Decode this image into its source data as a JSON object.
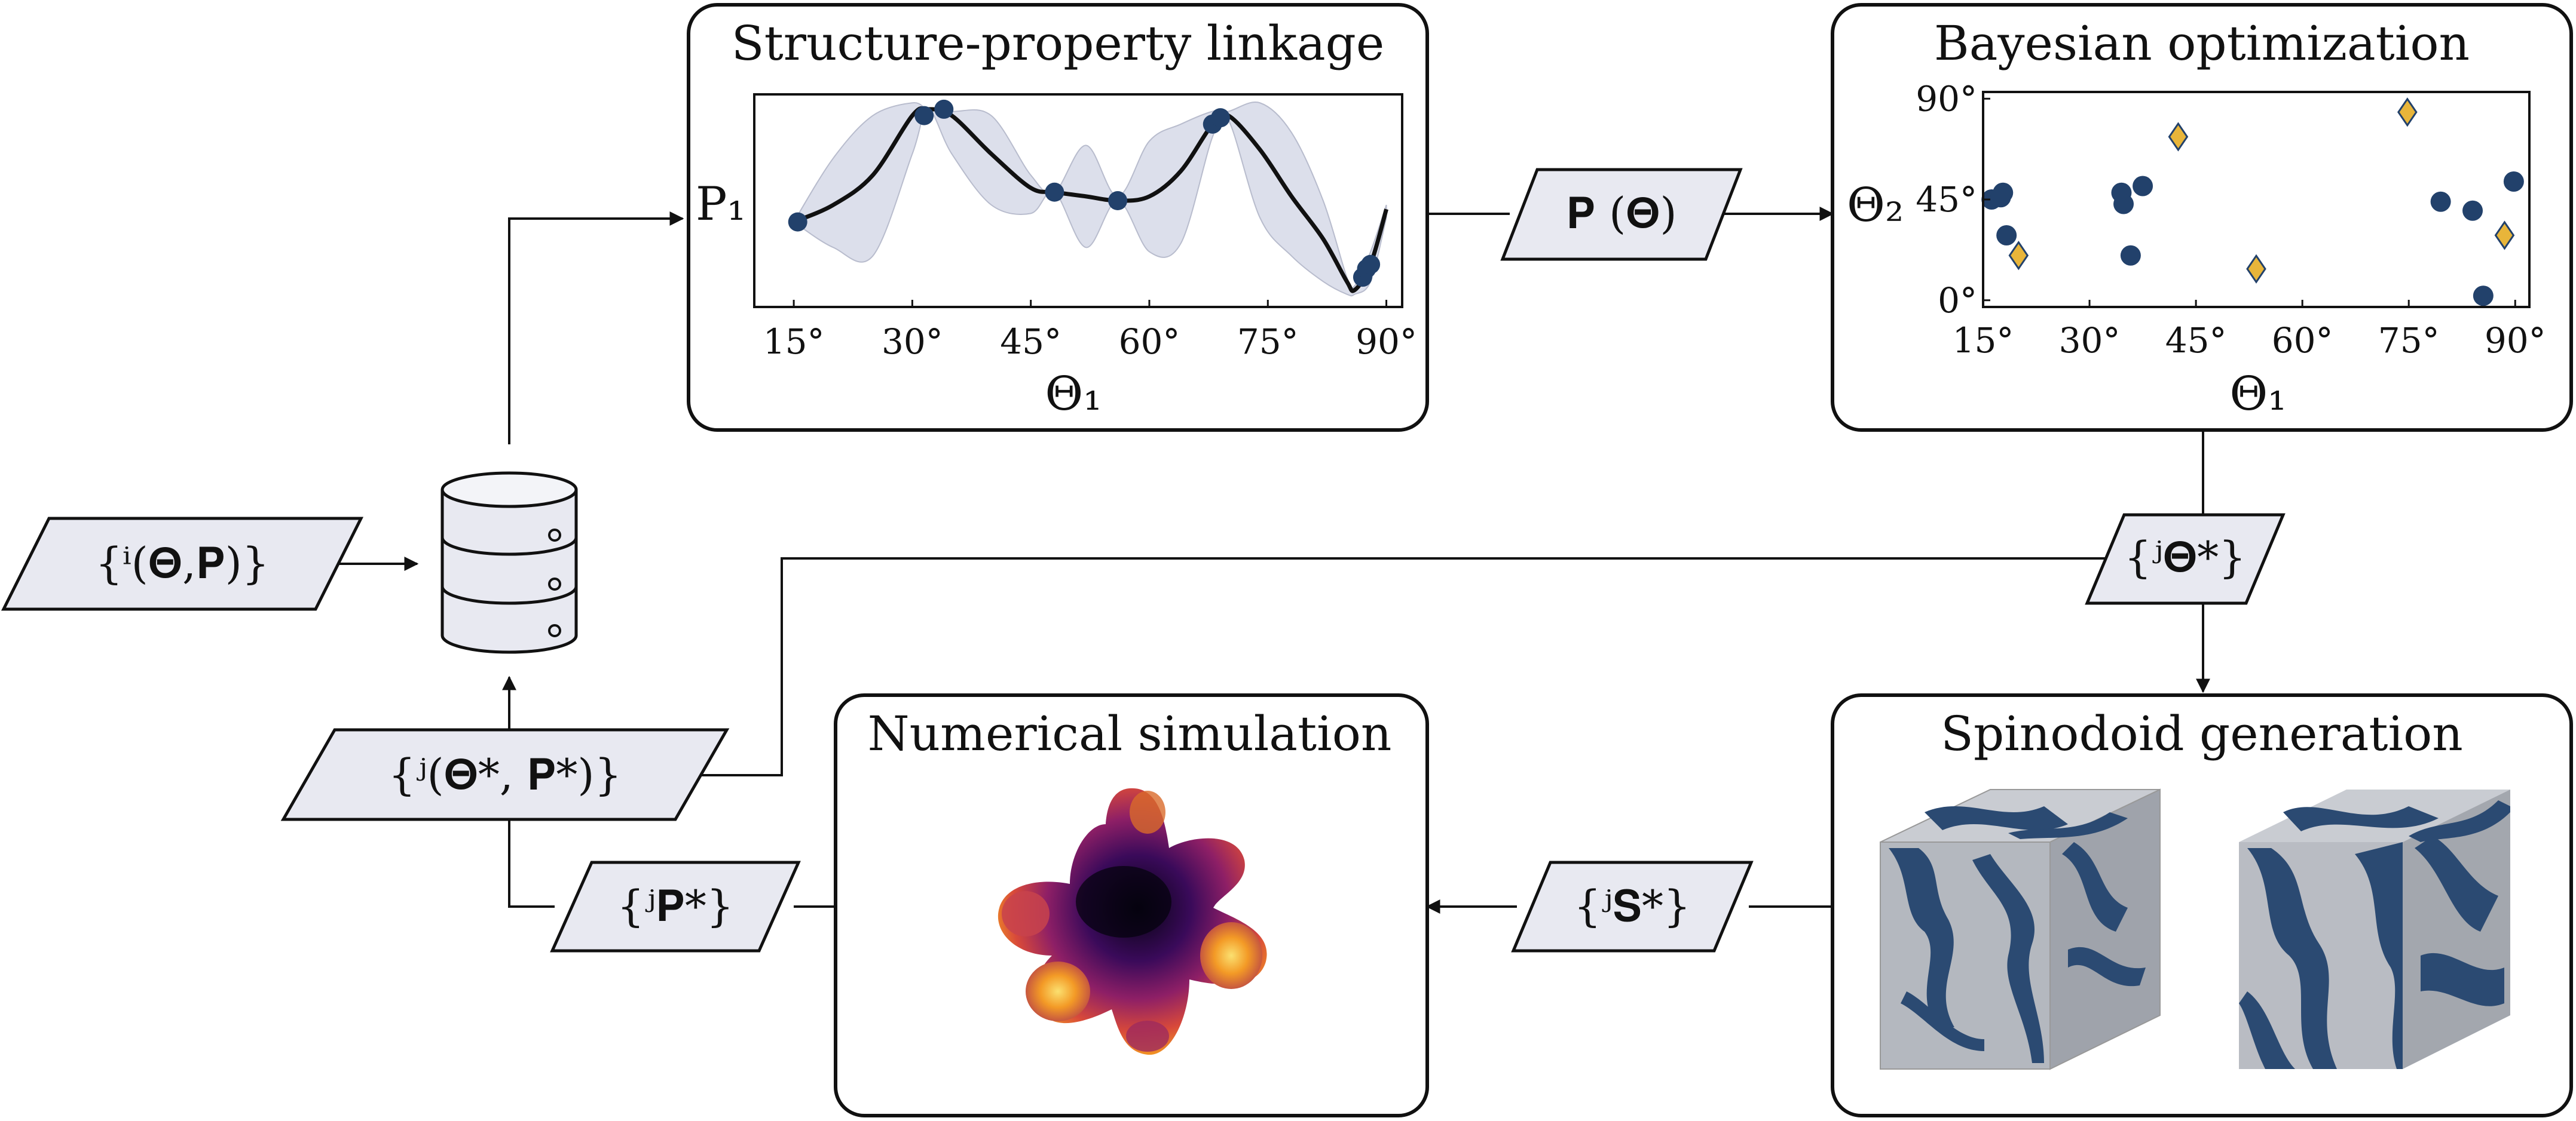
{
  "boxes": {
    "sp_linkage": {
      "title": "Structure-property linkage"
    },
    "bayes": {
      "title": "Bayesian optimization"
    },
    "numsim": {
      "title": "Numerical simulation"
    },
    "spinodoid": {
      "title": "Spinodoid generation"
    }
  },
  "data_nodes": {
    "dataset": "{ⁱ(𝚯,𝐏)}",
    "property_fn": "𝐏 (𝚯)",
    "theta_star": "{ʲ𝚯*}",
    "new_pairs": "{ʲ(𝚯*, 𝐏*)}",
    "p_star": "{ʲ𝐏*}",
    "s_star": "{ʲ𝐒*}"
  },
  "colors": {
    "node_fill": "#e8e9f1",
    "point": "#22416b",
    "candidate": "#e8b53a",
    "band": "#dcdfeb",
    "spinodoid_blue": "#2b4a72",
    "spinodoid_grey": "#b8bbc2"
  },
  "chart_data": [
    {
      "type": "line",
      "ylabel": "P₁",
      "xlabel": "Θ₁",
      "x_ticks": [
        "15°",
        "30°",
        "45°",
        "60°",
        "75°",
        "90°"
      ],
      "xlim": [
        10,
        92
      ],
      "ylim": [
        0,
        1
      ],
      "mean_curve": {
        "x": [
          15,
          20,
          25,
          30,
          32,
          35,
          40,
          45,
          48,
          52,
          56,
          60,
          64,
          68,
          70,
          74,
          78,
          82,
          85,
          86,
          88,
          90
        ],
        "y": [
          0.4,
          0.48,
          0.62,
          0.9,
          0.93,
          0.9,
          0.72,
          0.56,
          0.54,
          0.52,
          0.5,
          0.52,
          0.64,
          0.86,
          0.9,
          0.74,
          0.52,
          0.32,
          0.12,
          0.08,
          0.2,
          0.46
        ]
      },
      "band_upper": [
        0.4,
        0.7,
        0.9,
        0.96,
        0.93,
        0.92,
        0.9,
        0.62,
        0.54,
        0.76,
        0.52,
        0.78,
        0.86,
        0.92,
        0.92,
        0.96,
        0.82,
        0.5,
        0.14,
        0.1,
        0.26,
        0.48
      ],
      "band_lower": [
        0.4,
        0.28,
        0.24,
        0.72,
        0.93,
        0.72,
        0.48,
        0.44,
        0.54,
        0.28,
        0.5,
        0.26,
        0.3,
        0.8,
        0.88,
        0.42,
        0.24,
        0.12,
        0.06,
        0.06,
        0.12,
        0.42
      ],
      "points": [
        {
          "x": 15.5,
          "y": 0.4
        },
        {
          "x": 31.5,
          "y": 0.9
        },
        {
          "x": 34,
          "y": 0.93
        },
        {
          "x": 48,
          "y": 0.54
        },
        {
          "x": 56,
          "y": 0.5
        },
        {
          "x": 68,
          "y": 0.86
        },
        {
          "x": 69,
          "y": 0.89
        },
        {
          "x": 87,
          "y": 0.14
        },
        {
          "x": 87.5,
          "y": 0.18
        },
        {
          "x": 88,
          "y": 0.2
        }
      ]
    },
    {
      "type": "scatter",
      "xlabel": "Θ₁",
      "ylabel": "Θ₂",
      "x_ticks": [
        "15°",
        "30°",
        "45°",
        "60°",
        "75°",
        "90°"
      ],
      "y_ticks": [
        "0°",
        "45°",
        "90°"
      ],
      "xlim": [
        15,
        92
      ],
      "ylim": [
        -3,
        93
      ],
      "series": [
        {
          "marker": "circle",
          "points": [
            {
              "x": 16.2,
              "y": 45
            },
            {
              "x": 17.5,
              "y": 46
            },
            {
              "x": 17.8,
              "y": 48
            },
            {
              "x": 18.3,
              "y": 29
            },
            {
              "x": 34.5,
              "y": 48
            },
            {
              "x": 34.8,
              "y": 43
            },
            {
              "x": 35.8,
              "y": 20
            },
            {
              "x": 37.5,
              "y": 51
            },
            {
              "x": 79.5,
              "y": 44
            },
            {
              "x": 84,
              "y": 40
            },
            {
              "x": 85.5,
              "y": 2
            },
            {
              "x": 89.8,
              "y": 53
            }
          ]
        },
        {
          "marker": "diamond",
          "points": [
            {
              "x": 20,
              "y": 20
            },
            {
              "x": 42.5,
              "y": 73
            },
            {
              "x": 53.5,
              "y": 14
            },
            {
              "x": 74.8,
              "y": 84
            },
            {
              "x": 88.5,
              "y": 29
            }
          ]
        }
      ]
    }
  ]
}
